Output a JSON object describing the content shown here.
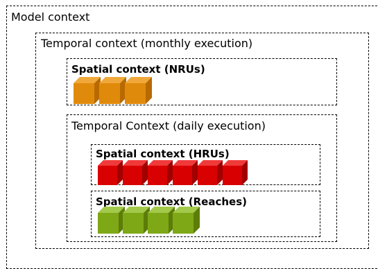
{
  "model": {
    "label": "Model context"
  },
  "temporal_monthly": {
    "label": "Temporal context (monthly execution)"
  },
  "spatial_nrus": {
    "label": "Spatial context (NRUs)",
    "cube_count": 3,
    "cube_color": {
      "front": "#e08a0c",
      "top": "#f0a83a",
      "side": "#b86a00"
    }
  },
  "temporal_daily": {
    "label": "Temporal Context (daily execution)"
  },
  "spatial_hrus": {
    "label": "Spatial context (HRUs)",
    "cube_count": 6,
    "cube_color": {
      "front": "#d80000",
      "top": "#f03a3a",
      "side": "#a00000"
    }
  },
  "spatial_reaches": {
    "label": "Spatial context (Reaches)",
    "cube_count": 4,
    "cube_color": {
      "front": "#7fa817",
      "top": "#a3c94a",
      "side": "#5c7d08"
    }
  }
}
